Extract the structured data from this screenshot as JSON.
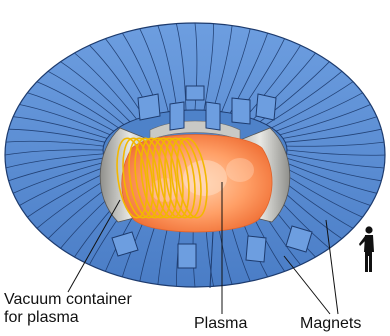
{
  "labels": {
    "vacuum_line1": "Vacuum container",
    "vacuum_line2": "for plasma",
    "plasma": "Plasma",
    "magnets": "Magnets"
  },
  "colors": {
    "magnet_fill": "#5b8fd6",
    "magnet_stroke": "#1d3b6e",
    "plasma_core": "#ffb37a",
    "plasma_edge": "#f06a2e",
    "vessel_light": "#e9e9e6",
    "vessel_dark": "#9a9a96",
    "coil": "#f2b800"
  },
  "icons": [
    "tokamak-diagram",
    "human-silhouette-icon"
  ]
}
